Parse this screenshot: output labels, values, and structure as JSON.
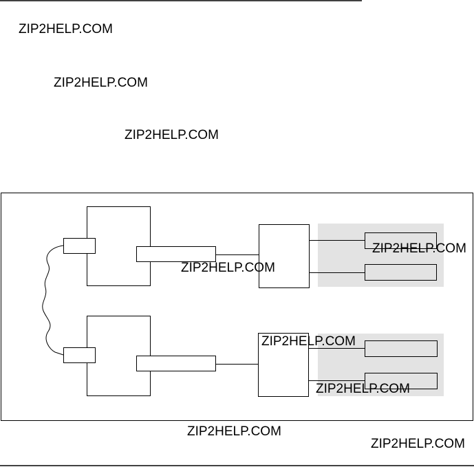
{
  "watermarks": [
    "ZIP2HELP.COM",
    "ZIP2HELP.COM",
    "ZIP2HELP.COM",
    "ZIP2HELP.COM",
    "ZIP2HELP.COM",
    "ZIP2HELP.COM",
    "ZIP2HELP.COM",
    "ZIP2HELP.COM",
    "ZIP2HELP.COM"
  ],
  "colors": {
    "line": "#000000",
    "shaded_region": "#e3e3e3",
    "background": "#ffffff"
  }
}
